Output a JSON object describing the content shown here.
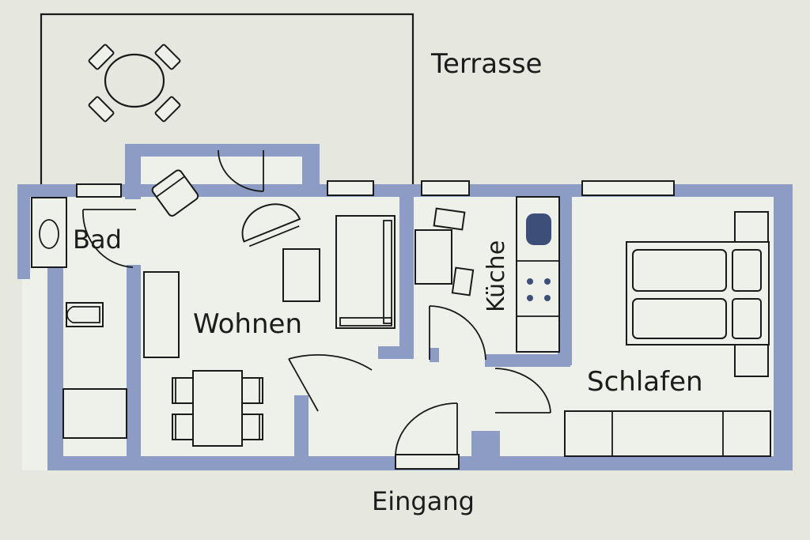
{
  "plan": {
    "rooms": {
      "terrace": "Terrasse",
      "bath": "Bad",
      "living": "Wohnen",
      "kitchen": "Küche",
      "bedroom": "Schlafen",
      "entrance": "Eingang"
    }
  },
  "colors": {
    "wall": "#8d9cc4",
    "line": "#1a1a1a",
    "background": "#e6e7df",
    "floor": "#eef0ea"
  }
}
